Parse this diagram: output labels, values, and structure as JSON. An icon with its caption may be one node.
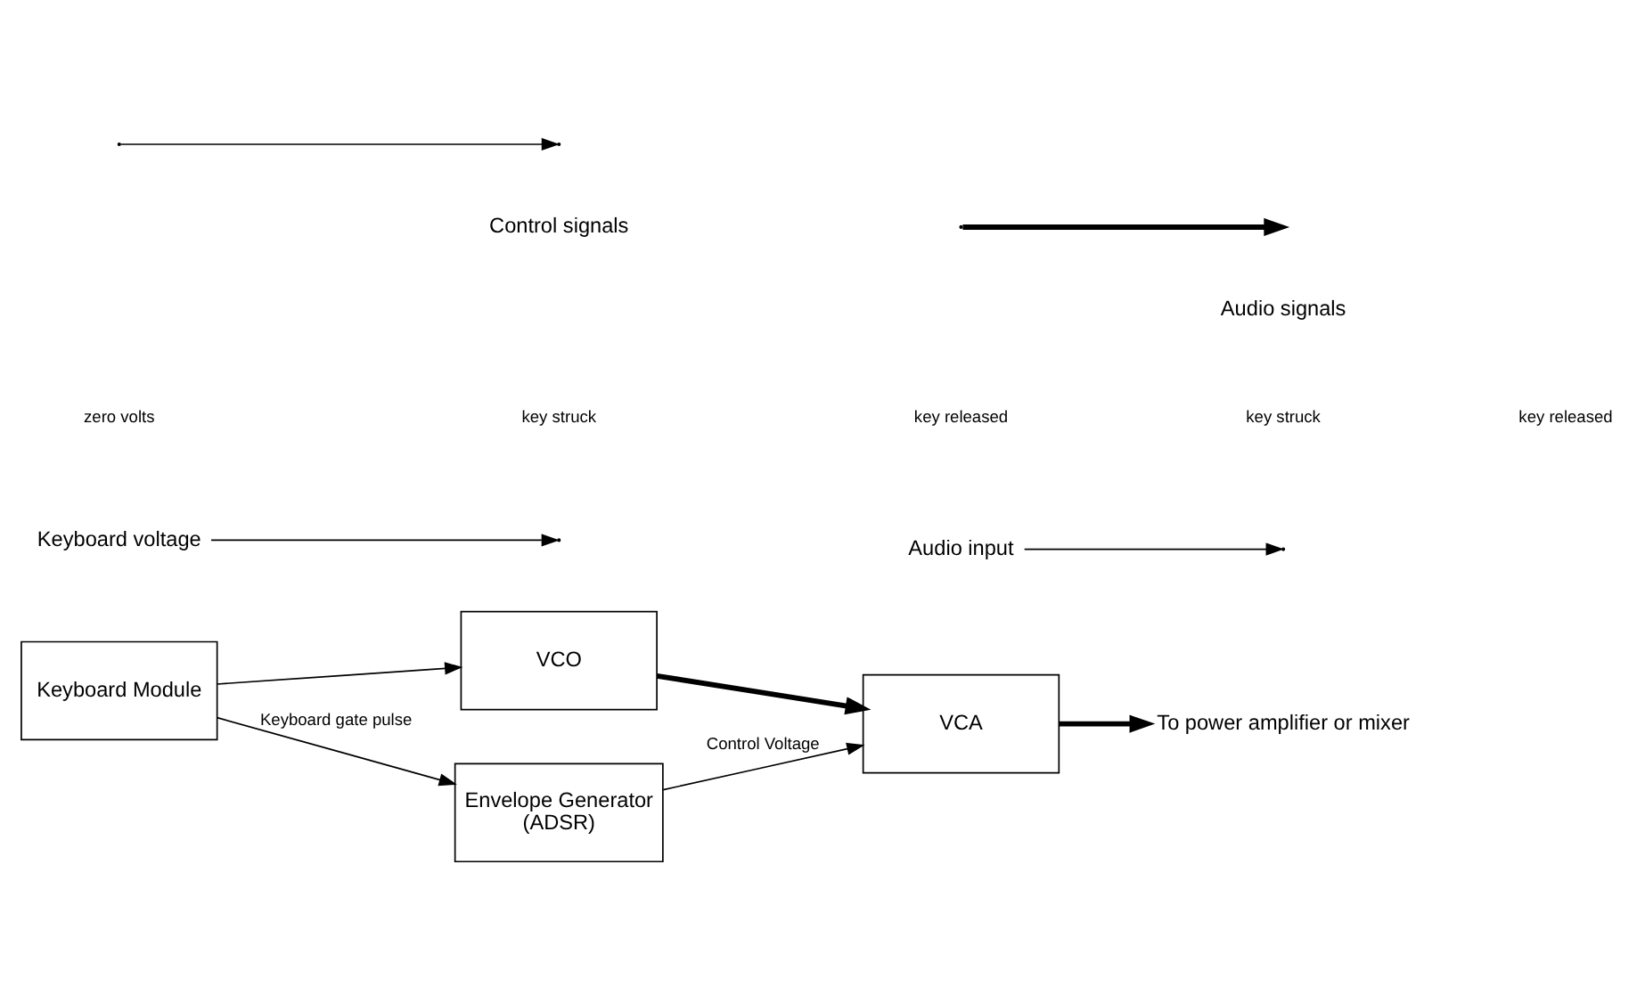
{
  "diagram": {
    "nodes": [
      {
        "text": [
          "Keyboard Module"
        ]
      },
      {
        "text": [
          "VCO"
        ]
      },
      {
        "text": [
          "VCA"
        ]
      },
      {
        "text": [
          "Envelope Generator",
          "(ADSR)"
        ]
      },
      {
        "text": [
          "Keyboard voltage"
        ]
      },
      {
        "text": [
          "Audio input"
        ]
      },
      {
        "text": [
          "To power amplifier or mixer"
        ]
      }
    ],
    "edges": [
      {
        "from": 0,
        "to": 1,
        "arrow": "to"
      },
      {
        "from": 1,
        "to": 2,
        "arrow": "to",
        "style": "thick"
      },
      {
        "from": 2,
        "to": 6,
        "arrow": "to",
        "style": "thick"
      },
      {
        "from": 0,
        "to": 3,
        "arrow": "to",
        "label": "Keyboard gate pulse"
      },
      {
        "from": 3,
        "to": 2,
        "arrow": "to",
        "label": "Control Voltage"
      },
      {
        "from": 4,
        "to": null,
        "arrow": "to"
      },
      {
        "from": 5,
        "to": null,
        "arrow": "to"
      }
    ],
    "labels": [
      "zero volts",
      "key struck",
      "key released",
      "key struck",
      "key released"
    ],
    "legend": [
      {
        "text": "Control signals"
      },
      {
        "text": "Audio signals"
      }
    ]
  }
}
